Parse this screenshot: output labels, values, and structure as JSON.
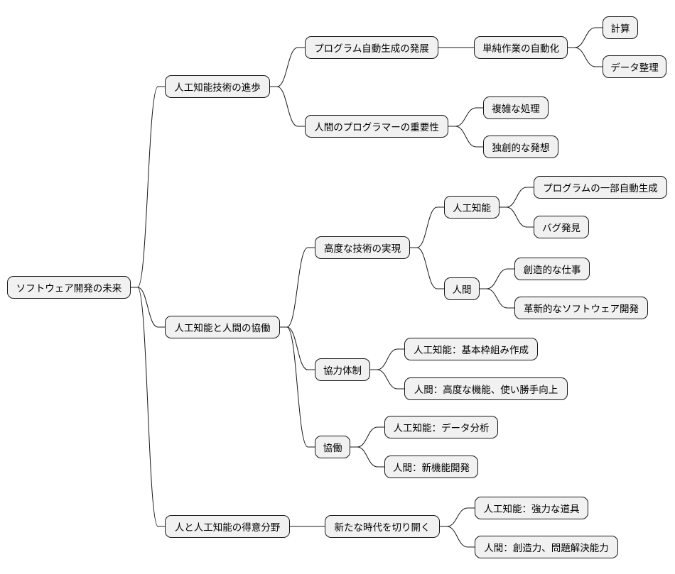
{
  "mindmap": {
    "root": {
      "label": "ソフトウェア開発の未来",
      "children": [
        {
          "label": "人工知能技術の進歩",
          "children": [
            {
              "label": "プログラム自動生成の発展",
              "children": [
                {
                  "label": "単純作業の自動化",
                  "children": [
                    {
                      "label": "計算"
                    },
                    {
                      "label": "データ整理"
                    }
                  ]
                }
              ]
            },
            {
              "label": "人間のプログラマーの重要性",
              "children": [
                {
                  "label": "複雑な処理"
                },
                {
                  "label": "独創的な発想"
                }
              ]
            }
          ]
        },
        {
          "label": "人工知能と人間の協働",
          "children": [
            {
              "label": "高度な技術の実現",
              "children": [
                {
                  "label": "人工知能",
                  "children": [
                    {
                      "label": "プログラムの一部自動生成"
                    },
                    {
                      "label": "バグ発見"
                    }
                  ]
                },
                {
                  "label": "人間",
                  "children": [
                    {
                      "label": "創造的な仕事"
                    },
                    {
                      "label": "革新的なソフトウェア開発"
                    }
                  ]
                }
              ]
            },
            {
              "label": "協力体制",
              "children": [
                {
                  "label": "人工知能：基本枠組み作成"
                },
                {
                  "label": "人間：高度な機能、使い勝手向上"
                }
              ]
            },
            {
              "label": "協働",
              "children": [
                {
                  "label": "人工知能：データ分析"
                },
                {
                  "label": "人間：新機能開発"
                }
              ]
            }
          ]
        },
        {
          "label": "人と人工知能の得意分野",
          "children": [
            {
              "label": "新たな時代を切り開く",
              "children": [
                {
                  "label": "人工知能：強力な道具"
                },
                {
                  "label": "人間：創造力、問題解決能力"
                }
              ]
            }
          ]
        }
      ]
    }
  },
  "colors": {
    "node_fill": "#f1f1f1",
    "node_border": "#181818",
    "edge": "#181818",
    "text": "#000000"
  }
}
